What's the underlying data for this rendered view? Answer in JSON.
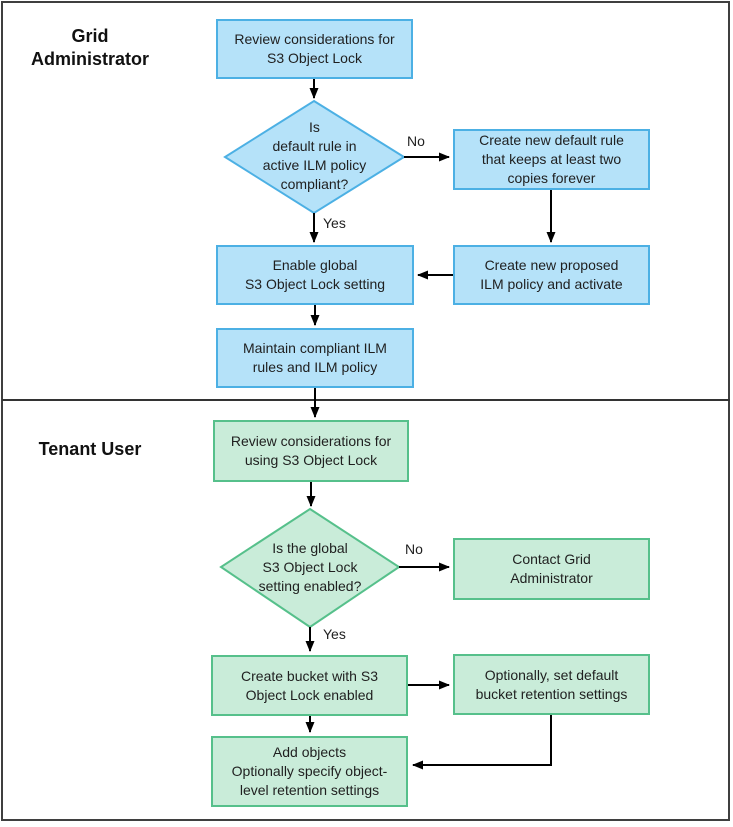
{
  "lanes": [
    {
      "id": "grid-administrator",
      "label_lines": [
        "Grid",
        "Administrator"
      ]
    },
    {
      "id": "tenant-user",
      "label_lines": [
        "Tenant User"
      ]
    }
  ],
  "nodes": {
    "review_considerations_grid": {
      "lines": [
        "Review considerations for",
        "S3 Object Lock"
      ]
    },
    "default_rule_compliant": {
      "lines": [
        "Is",
        "default rule in",
        "active ILM policy",
        "compliant?"
      ]
    },
    "create_default_rule": {
      "lines": [
        "Create new default rule",
        "that keeps at least two",
        "copies forever"
      ]
    },
    "create_proposed_policy": {
      "lines": [
        "Create new proposed",
        "ILM policy and activate"
      ]
    },
    "enable_global_setting": {
      "lines": [
        "Enable global",
        "S3 Object Lock setting"
      ]
    },
    "maintain_compliant_ilm": {
      "lines": [
        "Maintain compliant ILM",
        "rules and ILM policy"
      ]
    },
    "review_considerations_tenant": {
      "lines": [
        "Review considerations for",
        "using S3 Object Lock"
      ]
    },
    "global_setting_enabled": {
      "lines": [
        "Is the global",
        "S3 Object Lock",
        "setting enabled?"
      ]
    },
    "contact_grid_admin": {
      "lines": [
        "Contact Grid",
        "Administrator"
      ]
    },
    "create_bucket": {
      "lines": [
        "Create bucket with S3",
        "Object Lock enabled"
      ]
    },
    "set_bucket_retention": {
      "lines": [
        "Optionally, set default",
        "bucket retention settings"
      ]
    },
    "add_objects": {
      "lines": [
        "Add objects",
        "Optionally specify object-",
        "level retention settings"
      ]
    }
  },
  "edge_labels": {
    "compliant_no": "No",
    "compliant_yes": "Yes",
    "enabled_no": "No",
    "enabled_yes": "Yes"
  },
  "colors": {
    "grid_admin_fill": "#b5e2f9",
    "grid_admin_border": "#4cb0e4",
    "tenant_fill": "#c9ecd9",
    "tenant_border": "#56c08b",
    "connector": "#000000"
  }
}
